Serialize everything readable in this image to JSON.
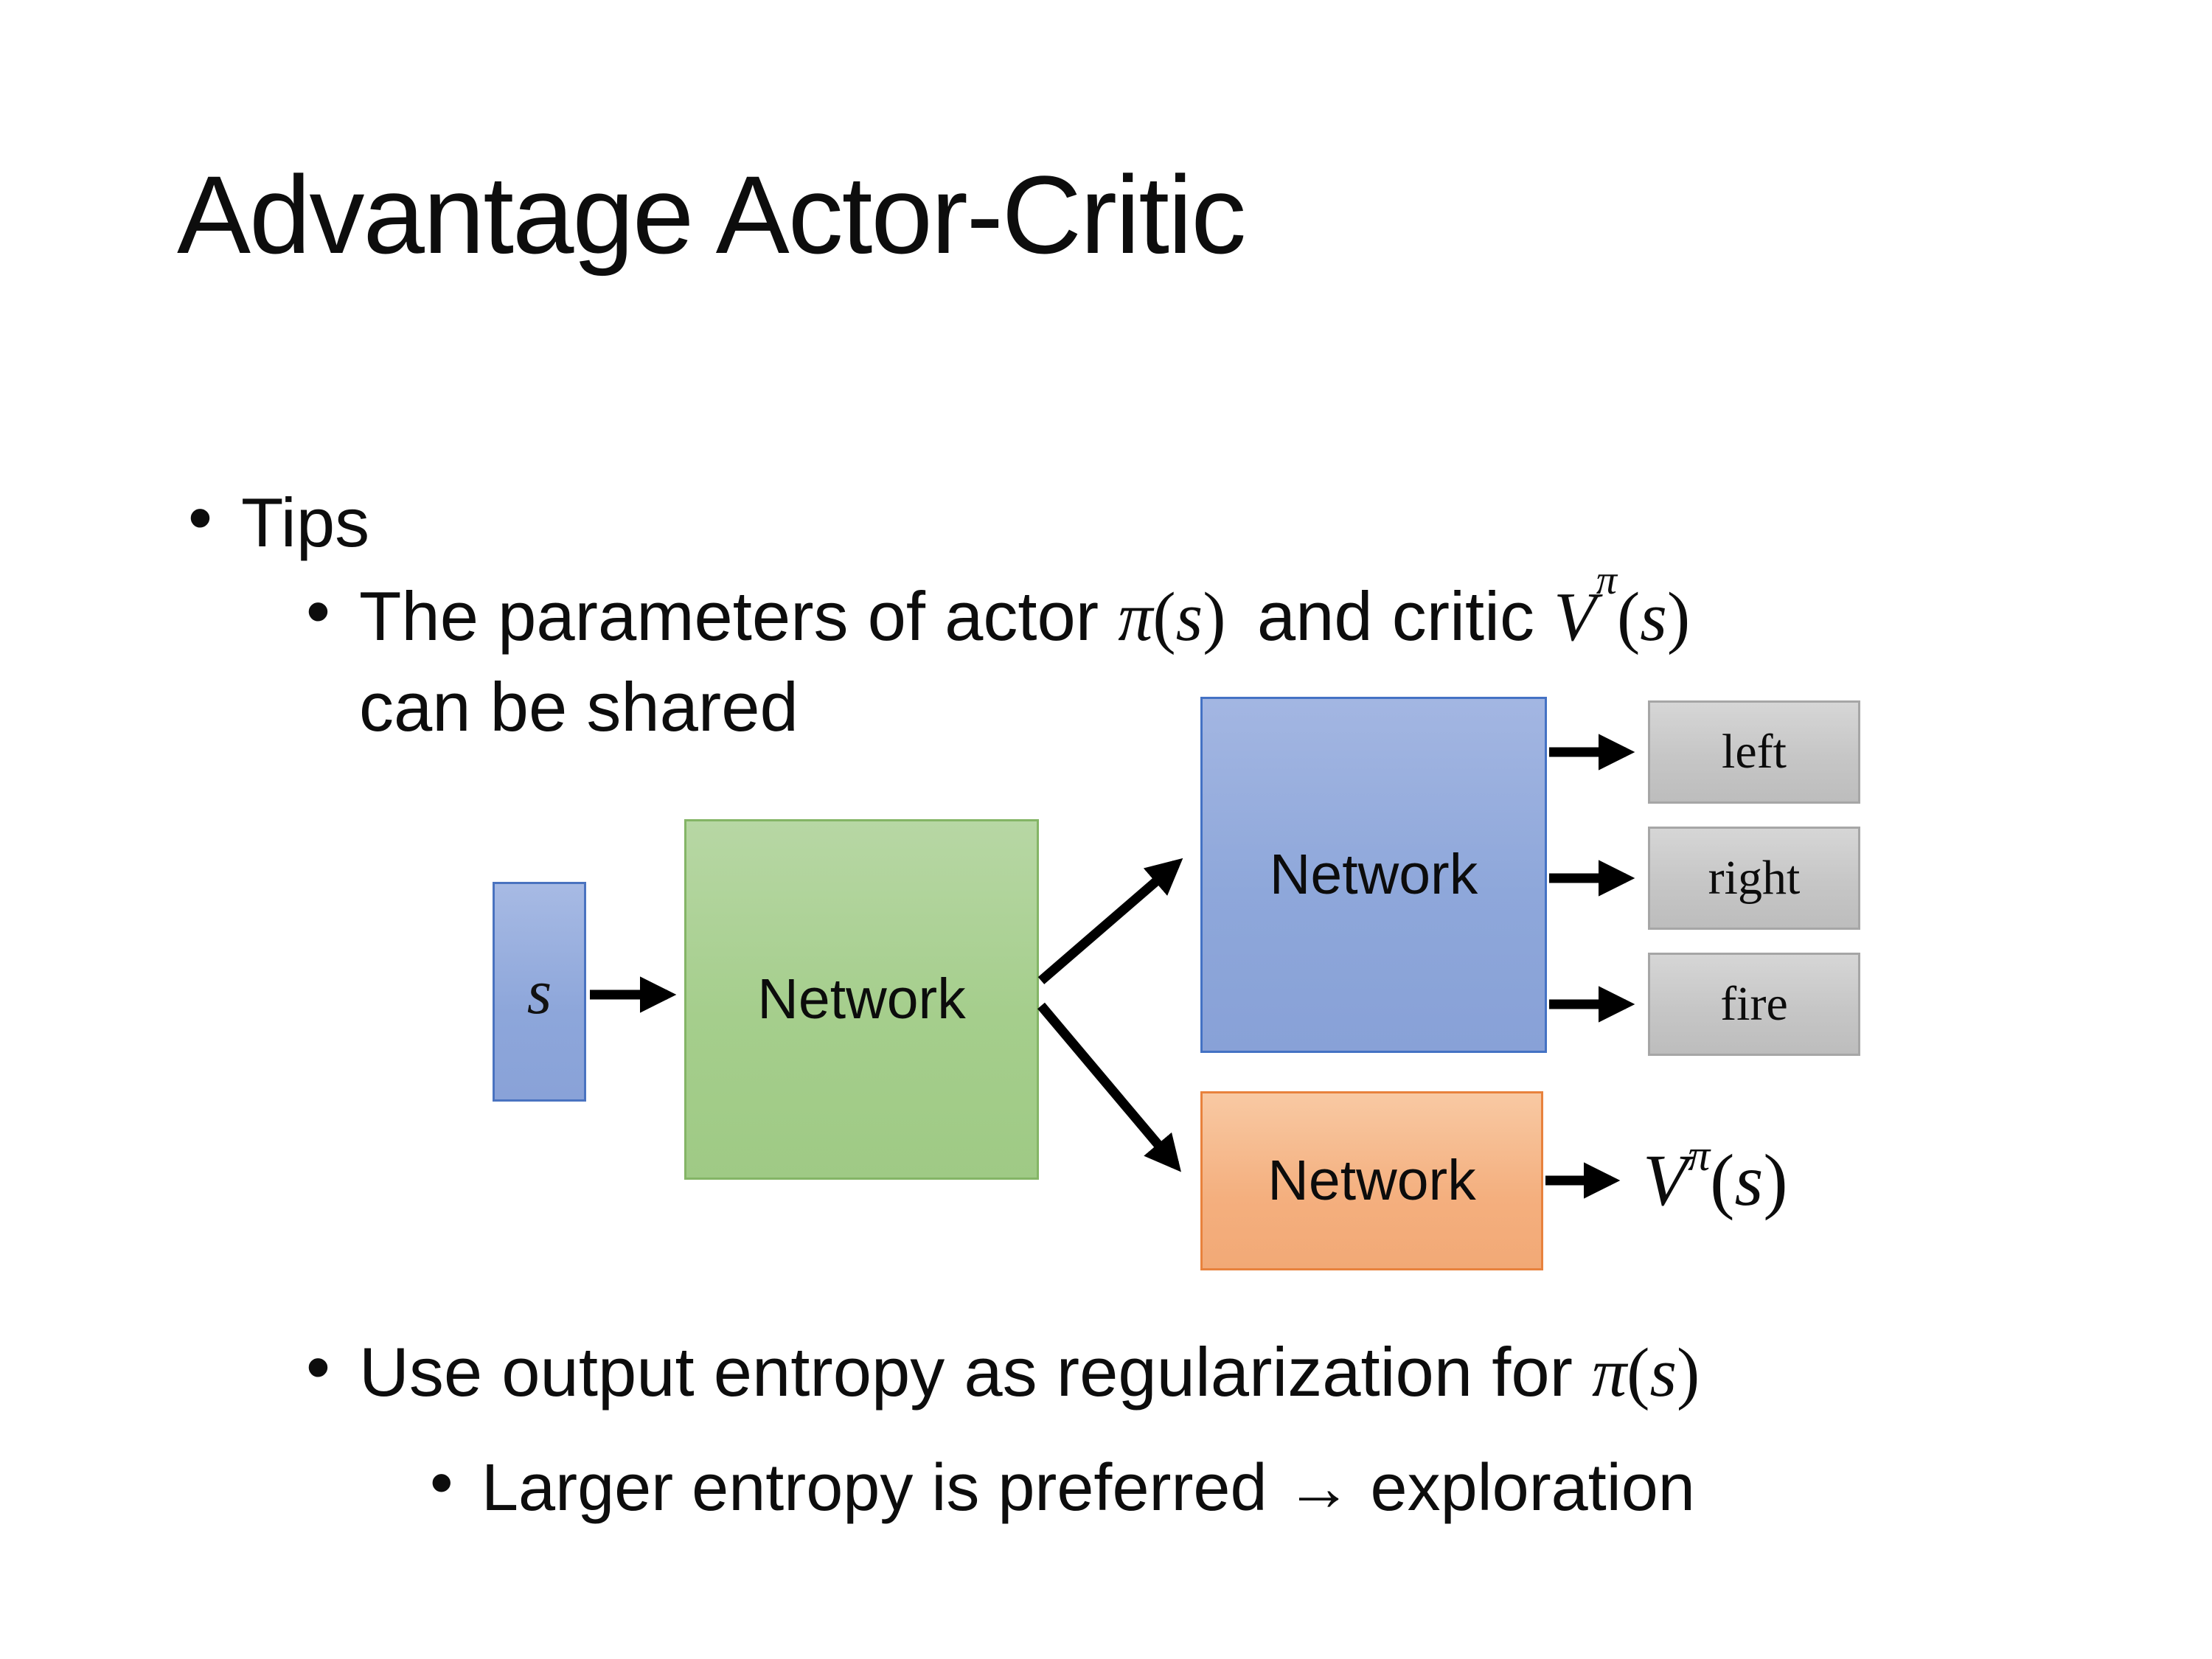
{
  "slide": {
    "title": "Advantage Actor-Critic"
  },
  "bullets": {
    "tips": "Tips",
    "shared": {
      "pre": "The parameters of actor ",
      "actor_math": {
        "pi": "π",
        "open": "(",
        "var": "s",
        "close": ")"
      },
      "mid": "and critic",
      "critic_math": {
        "base": "V",
        "sup": "π",
        "open": "(",
        "var": "s",
        "close": ")"
      },
      "line2": "can be shared"
    },
    "entropy": {
      "pre": "Use output entropy as regularization for ",
      "math": {
        "pi": "π",
        "open": "(",
        "var": "s",
        "close": ")"
      }
    },
    "exploration": "Larger entropy is preferred → exploration"
  },
  "diagram": {
    "state_label": "s",
    "shared_network_label": "Network",
    "actor_network_label": "Network",
    "critic_network_label": "Network",
    "actions": [
      "left",
      "right",
      "fire"
    ],
    "value_output": {
      "base": "V",
      "sup": "π",
      "open": "(",
      "var": "s",
      "close": ")"
    }
  },
  "colors": {
    "state_box_fill": "#8FAADC",
    "state_box_border": "#4472C4",
    "shared_network_fill": "#A9D18E",
    "shared_network_border": "#70AD47",
    "actor_network_fill": "#8FAADC",
    "actor_network_border": "#4472C4",
    "critic_network_fill": "#F4B183",
    "critic_network_border": "#ED7D31",
    "action_box_fill": "#C6C6C6",
    "action_box_border": "#A6A6A6",
    "arrow_color": "#000000",
    "text_color": "#0D0D0D"
  }
}
